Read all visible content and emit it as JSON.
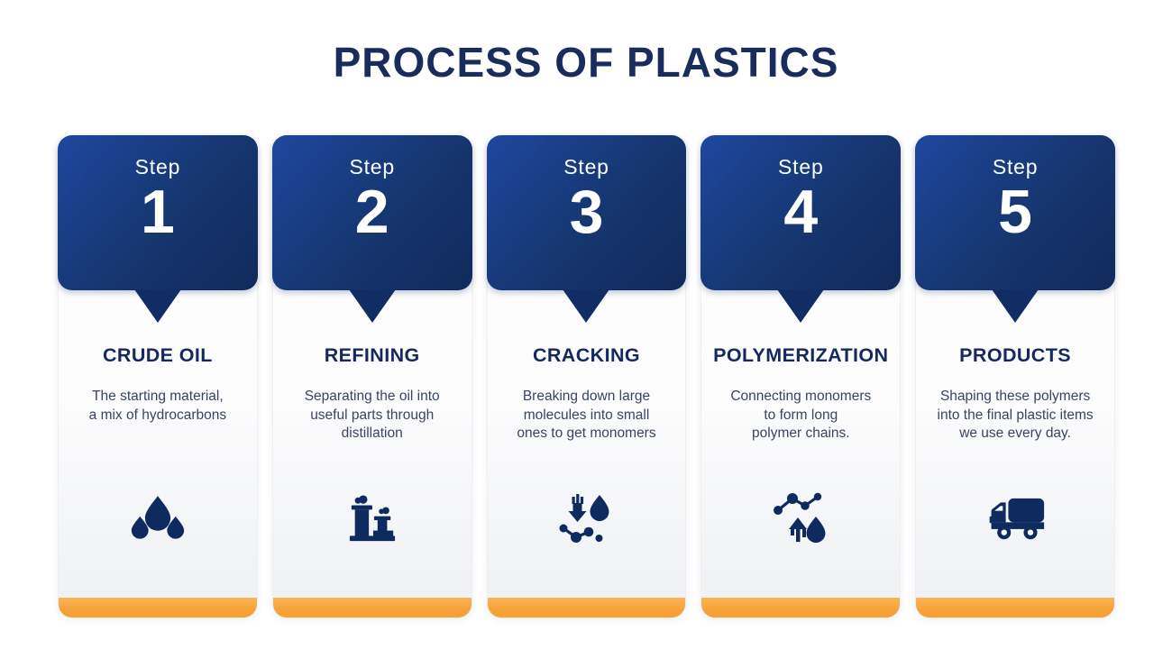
{
  "page": {
    "title": "PROCESS OF PLASTICS"
  },
  "colors": {
    "title_navy": "#1a2c5e",
    "bubble_blue_light": "#1e479f",
    "bubble_blue_dark": "#112a5c",
    "heading_navy": "#15295f",
    "body_text": "#39455f",
    "icon_navy": "#0f2a5e",
    "accent_orange": "#f6a236",
    "card_background": "#ffffff"
  },
  "steps": [
    {
      "label": "Step",
      "number": "1",
      "heading": "CRUDE OIL",
      "description": "The starting material,\na mix of hydrocarbons",
      "icon": "oil-drops-icon"
    },
    {
      "label": "Step",
      "number": "2",
      "heading": "REFINING",
      "description": "Separating the oil into\nuseful parts through\ndistillation",
      "icon": "refinery-icon"
    },
    {
      "label": "Step",
      "number": "3",
      "heading": "CRACKING",
      "description": "Breaking down large\nmolecules into small\nones to get monomers",
      "icon": "molecule-breaking-icon"
    },
    {
      "label": "Step",
      "number": "4",
      "heading": "POLYMERIZATION",
      "description": "Connecting monomers\nto form long\npolymer chains.",
      "icon": "molecule-chain-icon"
    },
    {
      "label": "Step",
      "number": "5",
      "heading": "PRODUCTS",
      "description": "Shaping these polymers\ninto the final plastic items\nwe use every day.",
      "icon": "delivery-truck-icon"
    }
  ]
}
